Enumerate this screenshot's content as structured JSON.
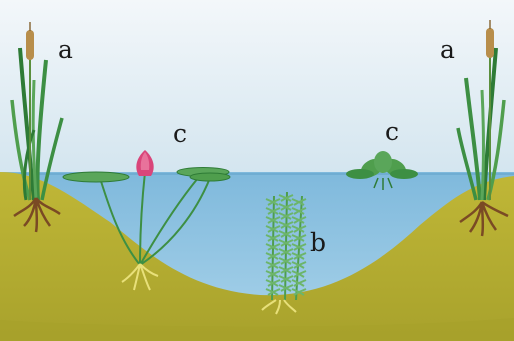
{
  "labels": {
    "emergent_left": "a",
    "emergent_right": "a",
    "submerged": "b",
    "floating_lily": "c",
    "floating_rosette": "c"
  },
  "colors": {
    "sky": "#dce9f1",
    "water": "#8fc4e2",
    "soil": "#b9b234",
    "soil_dark": "#9a9a28",
    "leaf": "#3d8f43",
    "leaf_light": "#6cb56a",
    "lily_pad": "#5aa65a",
    "flower": "#d9457a",
    "cattail_head": "#b88e4b",
    "roots_emergent": "#7a4a24",
    "roots_pale": "#e8e07a",
    "label_text": "#1a1a1a"
  },
  "icons": {
    "emergent_plant": "cattail-reed-icon",
    "submerged_plant": "waterweed-icon",
    "floating_plant": "water-lily-icon",
    "floating_rosette": "water-lettuce-icon"
  }
}
